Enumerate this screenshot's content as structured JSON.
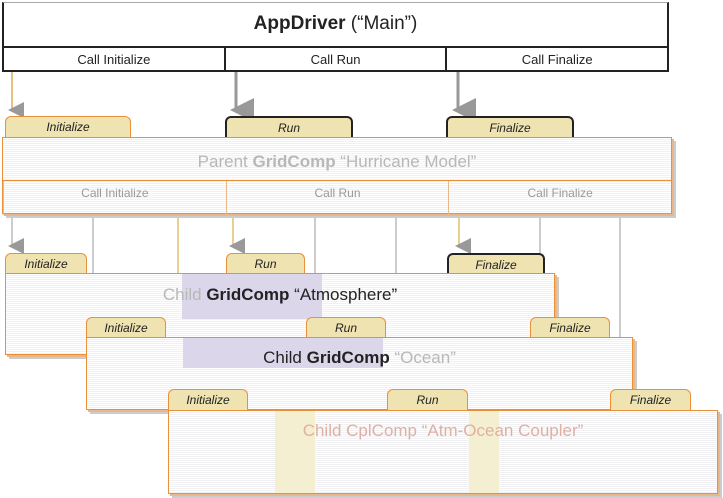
{
  "driver": {
    "name_bold": "AppDriver",
    "name_rest": " (“Main”)",
    "calls": [
      "Call Initialize",
      "Call Run",
      "Call Finalize"
    ]
  },
  "parent": {
    "prefix": "Parent ",
    "bold": "GridComp",
    "rest": " “Hurricane Model”",
    "tabs": [
      "Initialize",
      "Run",
      "Finalize"
    ],
    "calls": [
      "Call Initialize",
      "Call Run",
      "Call Finalize"
    ]
  },
  "atm": {
    "prefix": "Child ",
    "bold": "GridComp",
    "rest": " “Atmosphere”",
    "tabs": [
      "Initialize",
      "Run",
      "Finalize"
    ]
  },
  "ocean": {
    "prefix": "Child ",
    "bold": "GridComp",
    "rest": " “Ocean”",
    "tabs": [
      "Initialize",
      "Run",
      "Finalize"
    ]
  },
  "coupler": {
    "prefix": "Child ",
    "bold": "CplComp",
    "rest": " “Atm-Ocean Coupler”",
    "tabs": [
      "Initialize",
      "Run",
      "Finalize"
    ]
  },
  "colors": {
    "tab": "#efe3b2",
    "border": "#e8903a",
    "highlight": "#dcd6ea",
    "arrow": "#999999"
  }
}
